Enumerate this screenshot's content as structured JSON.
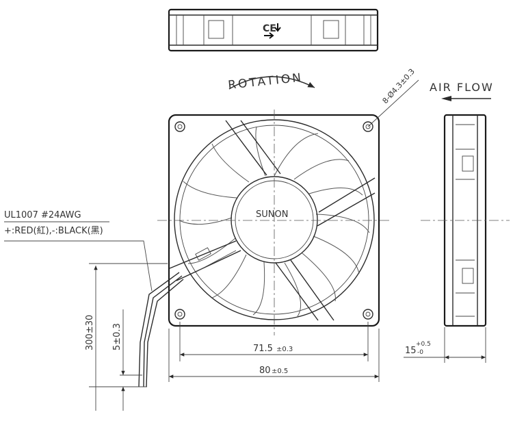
{
  "top_view": {
    "marking": "CE",
    "arrow_symbol": "flow-arrows-icon"
  },
  "front_view": {
    "rotation_label": "ROTATION",
    "brand_label": "SUNON",
    "hole_spec": "8-Ø4.3±0.3"
  },
  "side_view": {
    "air_flow_label": "AIR FLOW",
    "thickness_dim": "15",
    "thickness_tol_plus": "+0.5",
    "thickness_tol_minus": "-0"
  },
  "wire": {
    "type_label": "UL1007  #24AWG",
    "polarity_label": "+:RED(紅),-:BLACK(黑)",
    "length_dim": "300±30",
    "strip_dim": "5±0.3"
  },
  "dimensions": {
    "hole_pitch": "71.5",
    "hole_pitch_tol": "±0.3",
    "overall": "80",
    "overall_tol": "±0.5"
  }
}
